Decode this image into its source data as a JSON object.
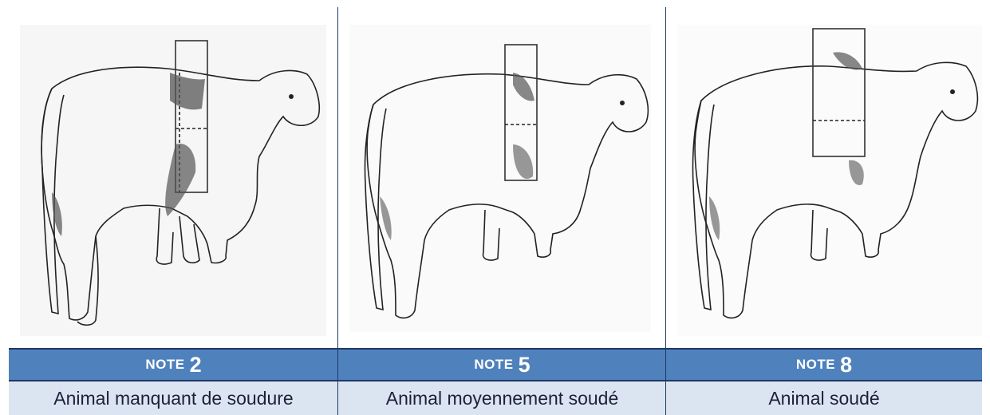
{
  "cards": [
    {
      "note_label": "NOTE",
      "note_value": "2",
      "description": "Animal manquant de soudure"
    },
    {
      "note_label": "NOTE",
      "note_value": "5",
      "description": "Animal moyennement soudé"
    },
    {
      "note_label": "NOTE",
      "note_value": "8",
      "description": "Animal soudé"
    }
  ],
  "colors": {
    "border": "#1f3864",
    "header_bg": "#4f81bd",
    "desc_bg": "#dbe5f1"
  }
}
